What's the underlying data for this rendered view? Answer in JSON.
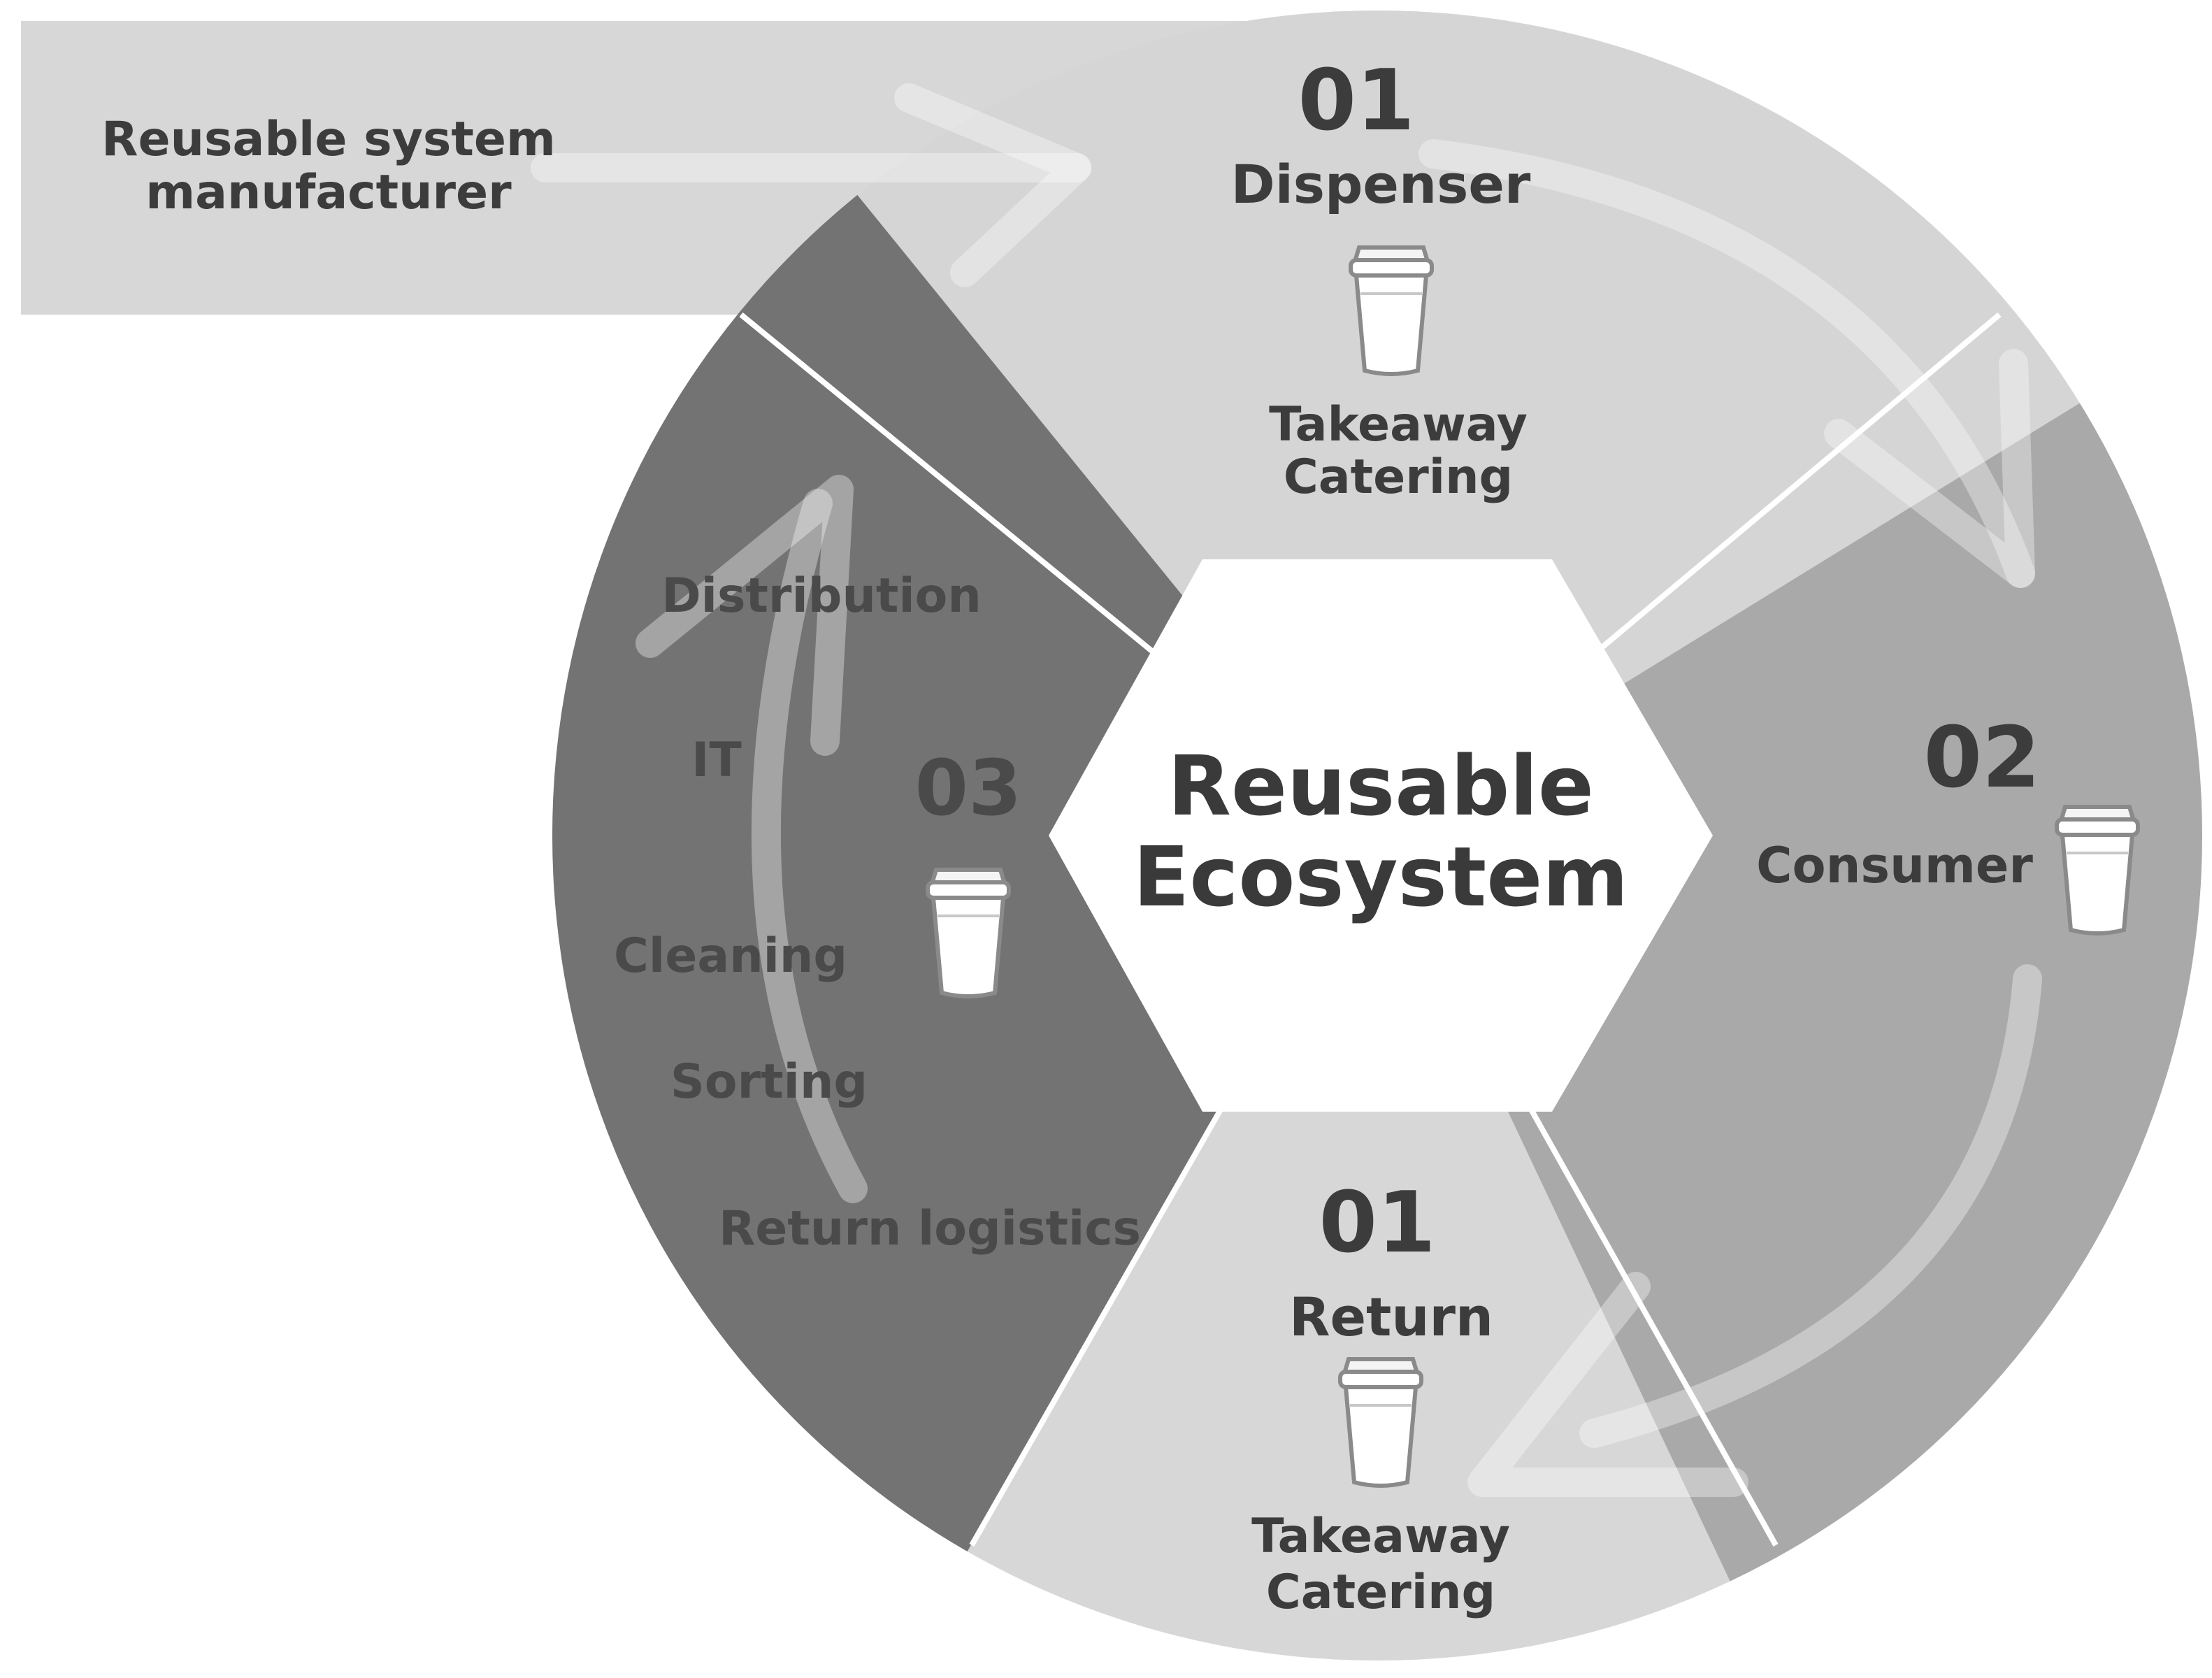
{
  "manufacturer": {
    "line1": "Reusable system",
    "line2": "manufacturer"
  },
  "center": {
    "line1": "Reusable",
    "line2": "Ecosystem"
  },
  "dispenser": {
    "number": "01",
    "title": "Dispenser",
    "sub1": "Takeaway",
    "sub2": "Catering"
  },
  "consumer": {
    "number": "02",
    "title": "Consumer"
  },
  "return": {
    "number": "01",
    "title": "Return",
    "sub1": "Takeaway",
    "sub2": "Catering"
  },
  "logistics": {
    "number": "03",
    "items": [
      "Distribution",
      "IT",
      "Cleaning",
      "Sorting",
      "Return logistics"
    ]
  },
  "colors": {
    "light_segment": "#d5d5d5",
    "mid_segment": "#a9a9a9",
    "dark_segment": "#737373",
    "hexagon": "#ffffff",
    "arrow_band": "#d7d7d7"
  },
  "icons": [
    "cup-icon",
    "cup-icon",
    "cup-icon",
    "cup-icon"
  ]
}
